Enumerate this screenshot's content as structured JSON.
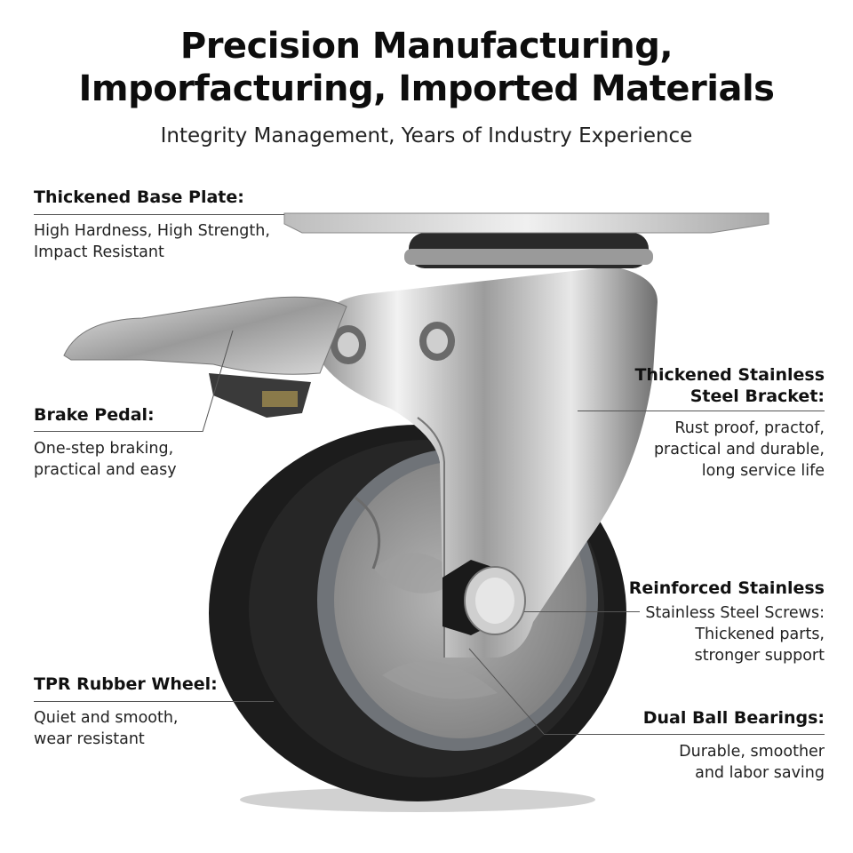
{
  "header": {
    "title_line1": "Precision Manufacturing,",
    "title_line2": "Imporfacturing, Imported Materials",
    "subtitle": "Integrity Management, Years of Industry Experience"
  },
  "callouts": {
    "base_plate": {
      "heading": "Thickened Base Plate:",
      "line1": "High Hardness, High Strength,",
      "line2": "Impact Resistant"
    },
    "brake_pedal": {
      "heading": "Brake Pedal:",
      "line1": "One-step braking,",
      "line2": "practical and easy"
    },
    "tpr_wheel": {
      "heading": "TPR Rubber Wheel:",
      "line1": "Quiet and smooth,",
      "line2": "wear resistant"
    },
    "bracket": {
      "heading1": "Thickened Stainless",
      "heading2": "Steel Bracket:",
      "line1": "Rust proof, practof,",
      "line2": "practical and durable,",
      "line3": "long service life"
    },
    "screws": {
      "heading": "Reinforced Stainless",
      "line1": "Stainless Steel Screws:",
      "line2": "Thickened parts,",
      "line3": "stronger support"
    },
    "bearings": {
      "heading": "Dual Ball Bearings:",
      "line1": "Durable, smoother",
      "line2": "and labor saving"
    }
  },
  "colors": {
    "rubber": "#1e1e1e",
    "hub": "#8c8c8c",
    "steel": "#c9c9c9",
    "text": "#111111"
  }
}
